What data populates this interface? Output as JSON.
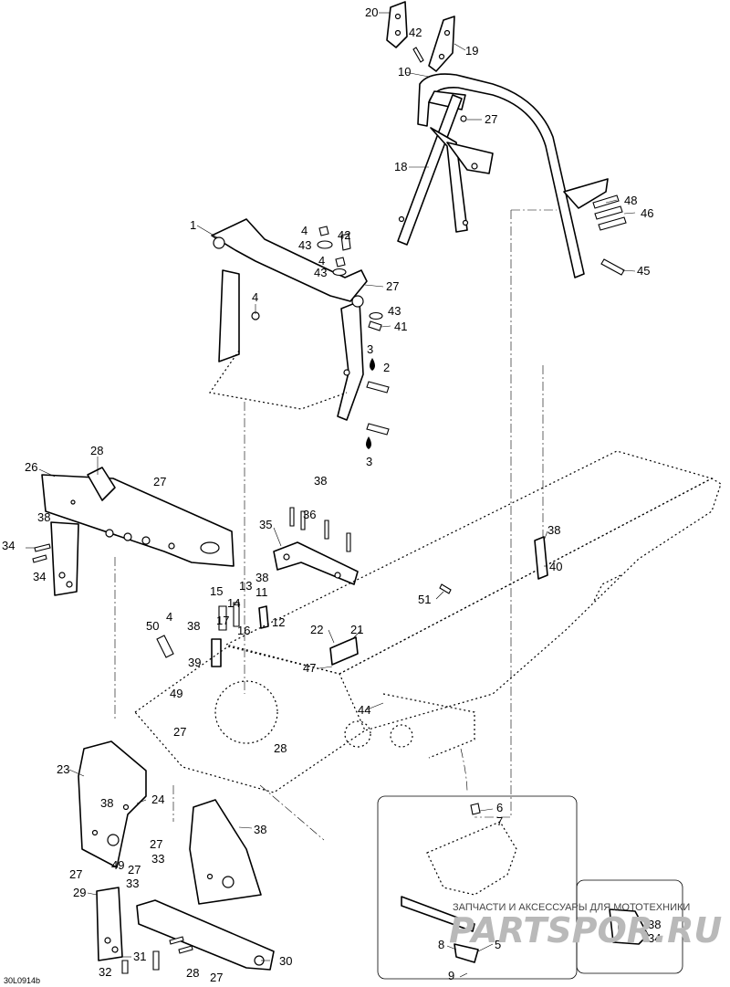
{
  "diagram": {
    "code": "30L0914b",
    "watermark": {
      "tagline": "ЗАПЧАСТИ И АКСЕССУАРЫ ДЛЯ МОТОТЕХНИКИ",
      "brand": "PARTSPOR.RU"
    },
    "callouts": {
      "c20": "20",
      "c42a": "42",
      "c19": "19",
      "c10": "10",
      "c27a": "27",
      "c18": "18",
      "c48": "48",
      "c46": "46",
      "c45": "45",
      "c1": "1",
      "c4a": "4",
      "c42b": "42",
      "c43a": "43",
      "c4b": "4",
      "c43b": "43",
      "c27b": "27",
      "c4c": "4",
      "c43c": "43",
      "c41": "41",
      "c3a": "3",
      "c2": "2",
      "c3b": "3",
      "c28a": "28",
      "c26": "26",
      "c27c": "27",
      "c38a": "38",
      "c34a": "34",
      "c34b": "34",
      "c38b": "38",
      "c36": "36",
      "c35": "35",
      "c38c": "38",
      "c13": "13",
      "c15": "15",
      "c14": "14",
      "c11": "11",
      "c17": "17",
      "c16": "16",
      "c12": "12",
      "c38d": "38",
      "c40": "40",
      "c51": "51",
      "c4d": "4",
      "c50": "50",
      "c38e": "38",
      "c39": "39",
      "c22": "22",
      "c21": "21",
      "c47": "47",
      "c44": "44",
      "c49a": "49",
      "c27d": "27",
      "c28b": "28",
      "c23": "23",
      "c38f": "38",
      "c24": "24",
      "c38g": "38",
      "c27e": "27",
      "c33a": "33",
      "c27f": "27",
      "c49b": "49",
      "c27g": "27",
      "c33b": "33",
      "c29": "29",
      "c31": "31",
      "c32": "32",
      "c28c": "28",
      "c27h": "27",
      "c30": "30",
      "c6": "6",
      "c7": "7",
      "c8": "8",
      "c5": "5",
      "c9": "9",
      "c38h": "38",
      "c34c": "34"
    }
  }
}
